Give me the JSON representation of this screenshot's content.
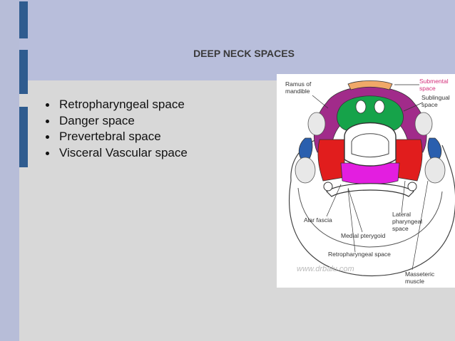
{
  "slide": {
    "title": "DEEP NECK SPACES",
    "bullets": [
      "Retropharyngeal space",
      "Danger space",
      "Prevertebral space",
      "Visceral Vascular space"
    ]
  },
  "figure": {
    "labels": {
      "ramus": [
        "Ramus of",
        "mandible"
      ],
      "submental": [
        "Submental",
        "space"
      ],
      "sublingual": [
        "Sublingual",
        "space"
      ],
      "lateral_pharyngeal": [
        "Lateral",
        "pharyngeal",
        "space"
      ],
      "alar_fascia": "Alar fascia",
      "medial_pterygoid": "Medial pterygoid",
      "retropharyngeal": "Retropharyngeal space",
      "masseteric": [
        "Masseteric",
        "muscle"
      ],
      "watermark": "www.drbalu.com"
    },
    "colors": {
      "submental": "#f0a868",
      "sublingual": "#16a34a",
      "mandible_space": "#a12b8a",
      "lateral_pharyngeal": "#e11d1d",
      "masseteric": "#2a5fae",
      "prevertebral": "#e31ee0"
    }
  }
}
